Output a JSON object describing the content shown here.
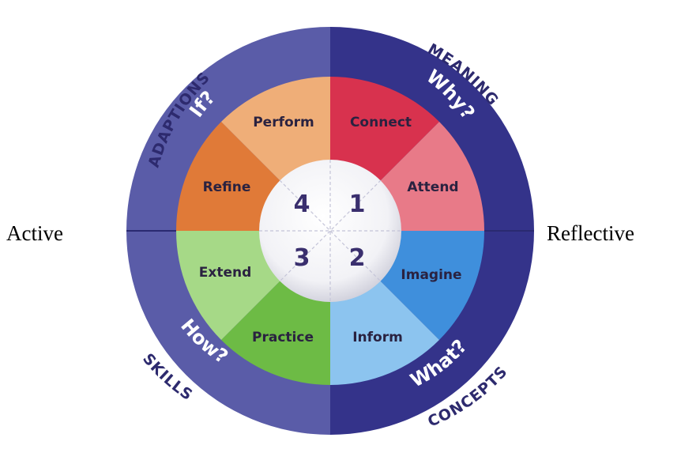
{
  "side_labels": {
    "left": "Active",
    "right": "Reflective"
  },
  "outer_words": {
    "top_left": "ADAPTIONS",
    "top_right": "MEANING",
    "bottom_left": "SKILLS",
    "bottom_right": "CONCEPTS"
  },
  "questions": {
    "top_left": "If?",
    "top_right": "Why?",
    "bottom_left": "How?",
    "bottom_right": "What?"
  },
  "segments": {
    "connect": "Connect",
    "attend": "Attend",
    "imagine": "Imagine",
    "inform": "Inform",
    "practice": "Practice",
    "extend": "Extend",
    "refine": "Refine",
    "perform": "Perform"
  },
  "numbers": {
    "q1": "1",
    "q2": "2",
    "q3": "3",
    "q4": "4"
  },
  "colors": {
    "ring_left": "#5a5ca8",
    "ring_right": "#34338a",
    "connect": "#d8324e",
    "attend": "#e87a88",
    "imagine": "#3f8fdc",
    "inform": "#8cc4ef",
    "practice": "#6dbb45",
    "extend": "#a6d987",
    "refine": "#e07a38",
    "perform": "#efae78"
  }
}
